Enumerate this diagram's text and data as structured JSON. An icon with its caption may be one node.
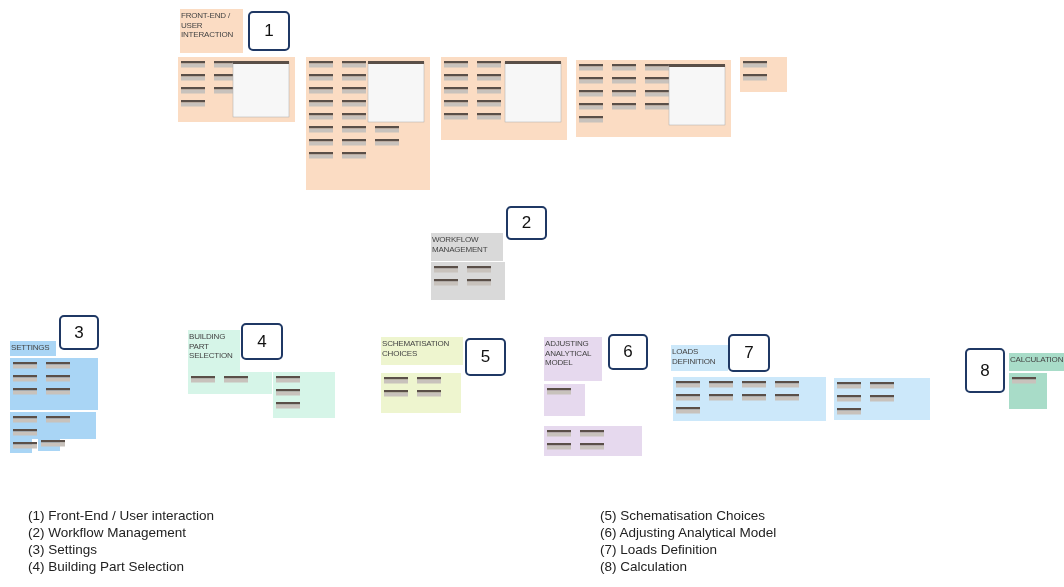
{
  "diagram": {
    "nodes": [
      {
        "text": [
          "FRONT-END / USER INTERACTION"
        ]
      },
      {
        "text": [
          "1"
        ]
      },
      {
        "text": [
          "WORKFLOW MANAGEMENT"
        ]
      },
      {
        "text": [
          "2"
        ]
      },
      {
        "text": [
          "SETTINGS"
        ]
      },
      {
        "text": [
          "3"
        ]
      },
      {
        "text": [
          "BUILDING PART SELECTION"
        ]
      },
      {
        "text": [
          "4"
        ]
      },
      {
        "text": [
          "SCHEMATISATION CHOICES"
        ]
      },
      {
        "text": [
          "5"
        ]
      },
      {
        "text": [
          "ADJUSTING ANALYTICAL MODEL"
        ]
      },
      {
        "text": [
          "6"
        ]
      },
      {
        "text": [
          "LOADS DEFINITION"
        ]
      },
      {
        "text": [
          "7"
        ]
      },
      {
        "text": [
          "CALCULATION"
        ]
      },
      {
        "text": [
          "8"
        ]
      }
    ],
    "edges": [],
    "labels": [
      "(1) Front-End / User interaction",
      "(2) Workflow Management",
      "(3) Settings",
      "(4) Building Part Selection",
      "(5) Schematisation Choices",
      "(6) Adjusting Analytical Model",
      "(7) Loads Definition",
      "(8) Calculation"
    ]
  }
}
